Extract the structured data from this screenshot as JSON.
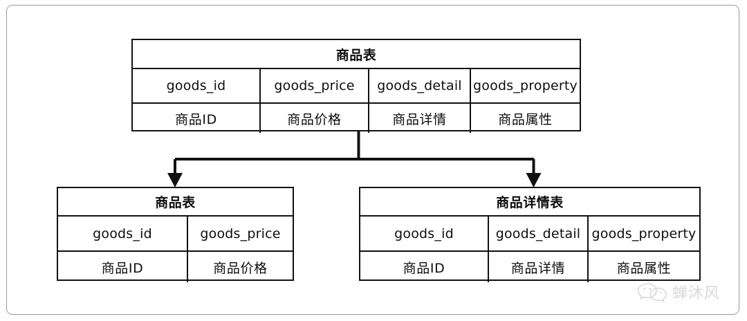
{
  "diagram": {
    "type": "database-table-split-diagram",
    "accent_color": "#111111",
    "background_color": "#ffffff",
    "frame_color": "#9a9a9a",
    "source_table": {
      "title": "商品表",
      "fields": [
        "goods_id",
        "goods_price",
        "goods_detail",
        "goods_property"
      ],
      "descriptions": [
        "商品ID",
        "商品价格",
        "商品详情",
        "商品属性"
      ]
    },
    "result_tables": [
      {
        "title": "商品表",
        "fields": [
          "goods_id",
          "goods_price"
        ],
        "descriptions": [
          "商品ID",
          "商品价格"
        ]
      },
      {
        "title": "商品详情表",
        "fields": [
          "goods_id",
          "goods_detail",
          "goods_property"
        ],
        "descriptions": [
          "商品ID",
          "商品详情",
          "商品属性"
        ]
      }
    ]
  },
  "watermark": {
    "icon": "wechat-icon",
    "text": "蝉沐风"
  }
}
